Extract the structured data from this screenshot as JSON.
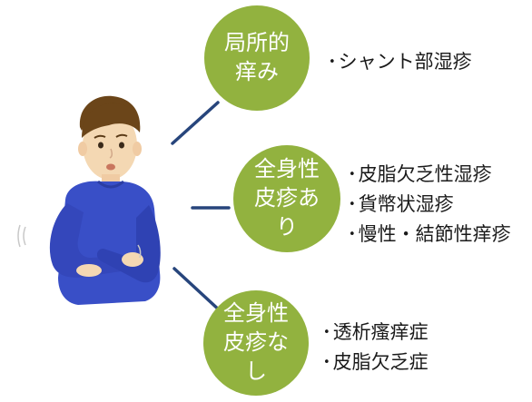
{
  "colors": {
    "circle": "#92b23f",
    "line": "#27457c",
    "text": "#1a1a1a"
  },
  "nodes": [
    {
      "lines": [
        "局所的",
        "痒み"
      ],
      "items": [
        "シャント部湿疹"
      ]
    },
    {
      "lines": [
        "全身性",
        "皮疹あ",
        "り"
      ],
      "items": [
        "皮脂欠乏性湿疹",
        "貨幣状湿疹",
        "慢性・結節性痒疹"
      ]
    },
    {
      "lines": [
        "全身性",
        "皮疹な",
        "し"
      ],
      "items": [
        "透析瘙痒症",
        "皮脂欠乏症"
      ]
    }
  ],
  "bullet_glyph": "•"
}
